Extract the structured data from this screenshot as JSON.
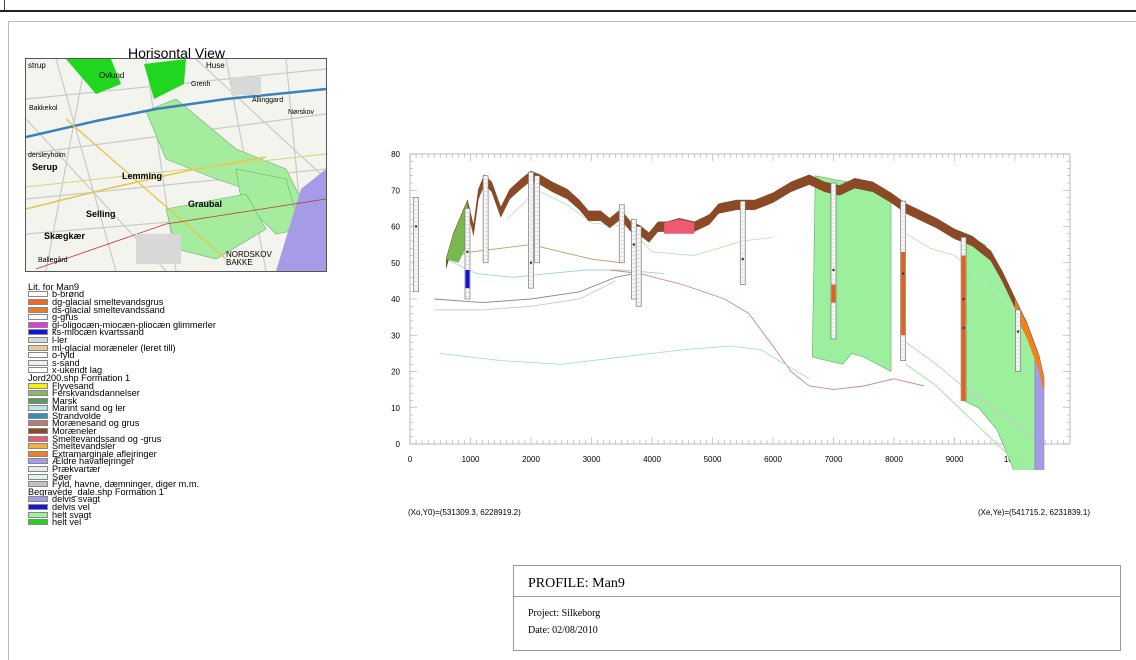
{
  "map": {
    "title": "Horisontal View",
    "labels": [
      {
        "name": "strup"
      },
      {
        "name": "Ovlund"
      },
      {
        "name": "Huse"
      },
      {
        "name": "Grenh"
      },
      {
        "name": "Allinggard"
      },
      {
        "name": "Nørskov"
      },
      {
        "name": "Bakkekol"
      },
      {
        "name": "dersleyholm"
      },
      {
        "name": "Serup"
      },
      {
        "name": "Lemming"
      },
      {
        "name": "Selling"
      },
      {
        "name": "Graubal"
      },
      {
        "name": "Skægkær"
      },
      {
        "name": "Ballegård"
      },
      {
        "name": "NORDSKOV BAKKE"
      }
    ]
  },
  "legend": {
    "groups": [
      {
        "heading": "Lit. for Man9",
        "items": [
          {
            "label": "b-brønd",
            "color": "#ffffff"
          },
          {
            "label": "dg-glacial smeltevandsgrus",
            "color": "#ee6a1c"
          },
          {
            "label": "ds-glacial smeltevandssand",
            "color": "#f07a2c"
          },
          {
            "label": "g-grus",
            "color": "#ffffff"
          },
          {
            "label": "gl-oligocæn-miocæn-pliocæn glimmerler",
            "color": "#e63ad0"
          },
          {
            "label": "ks-miocæn kvartssand",
            "color": "#1414d8"
          },
          {
            "label": "l-ler",
            "color": "#d8d8d8"
          },
          {
            "label": "ml-glacial moræneler (leret till)",
            "color": "#e7c9a0"
          },
          {
            "label": "o-fyld",
            "color": "#ffffff"
          },
          {
            "label": "s-sand",
            "color": "#eef0f0"
          },
          {
            "label": "x-ukendt lag",
            "color": "#ffffff"
          }
        ]
      },
      {
        "heading": "Jord200.shp Formation 1",
        "items": [
          {
            "label": "Flyvesand",
            "color": "#f6f012"
          },
          {
            "label": "Ferskvandsdannelser",
            "color": "#8fb46a"
          },
          {
            "label": "Marsk",
            "color": "#5f9a5c"
          },
          {
            "label": "Marint sand og ler",
            "color": "#bfe3ea"
          },
          {
            "label": "Strandvolde",
            "color": "#2f90b8"
          },
          {
            "label": "Morænesand og grus",
            "color": "#b97a7a"
          },
          {
            "label": "Moræneler",
            "color": "#8c4b26"
          },
          {
            "label": "Smeltevandssand og -grus",
            "color": "#ee5a72"
          },
          {
            "label": "Smeltevandsler",
            "color": "#f4b23a"
          },
          {
            "label": "Extramarginale aflejringer",
            "color": "#f08020"
          },
          {
            "label": "Ældre havaflejringer",
            "color": "#a69be6"
          },
          {
            "label": "Prækvartær",
            "color": "#e8e8e8"
          },
          {
            "label": "Søer",
            "color": "#e3f1f5"
          },
          {
            "label": "Fyld, havne, dæmninger, diger m.m.",
            "color": "#c2c2c2"
          }
        ]
      },
      {
        "heading": "Begravede_dale.shp Formation 1",
        "items": [
          {
            "label": "delvis svagt",
            "color": "#a69be6"
          },
          {
            "label": "delvis vel",
            "color": "#1414e0"
          },
          {
            "label": "helt svagt",
            "color": "#9ef09e"
          },
          {
            "label": "helt vel",
            "color": "#1ed81e"
          }
        ]
      }
    ]
  },
  "profile": {
    "x_ticks": [
      "0",
      "1000",
      "2000",
      "3000",
      "4000",
      "5000",
      "6000",
      "7000",
      "8000",
      "9000",
      "10000"
    ],
    "y_ticks": [
      "0",
      "10",
      "20",
      "30",
      "40",
      "50",
      "60",
      "70",
      "80"
    ],
    "start_coord": "(Xo,Y0)=(531309.3, 6228919.2)",
    "end_coord": "(Xe,Ye)=(541715.2, 6231839.1)",
    "title": "PROFILE: Man9",
    "project": "Project: Silkeborg",
    "date": "Date: 02/08/2010"
  }
}
